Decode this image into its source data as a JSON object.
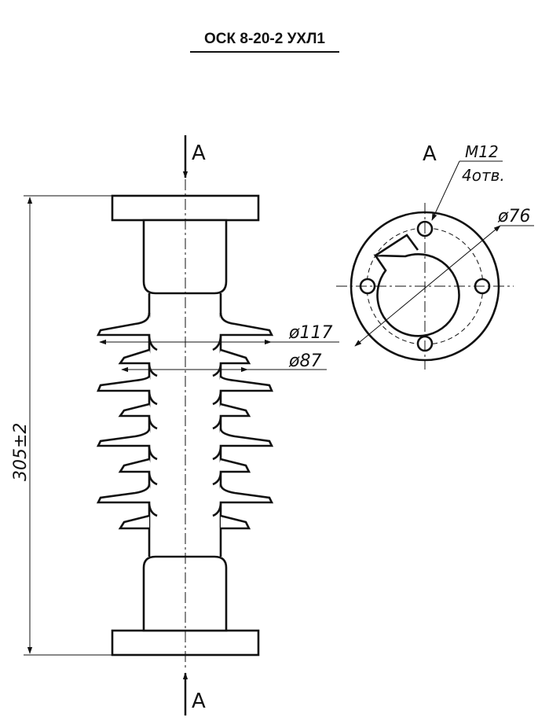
{
  "title": "ОСК 8-20-2 УХЛ1",
  "section_label_top": "A",
  "section_label_bottom": "A",
  "section_view_label": "A",
  "dimensions": {
    "height": "305±2",
    "shed_large": "ø117",
    "shed_small": "ø87",
    "bolt_circle": "ø76",
    "thread": "M12",
    "holes": "4отв."
  }
}
